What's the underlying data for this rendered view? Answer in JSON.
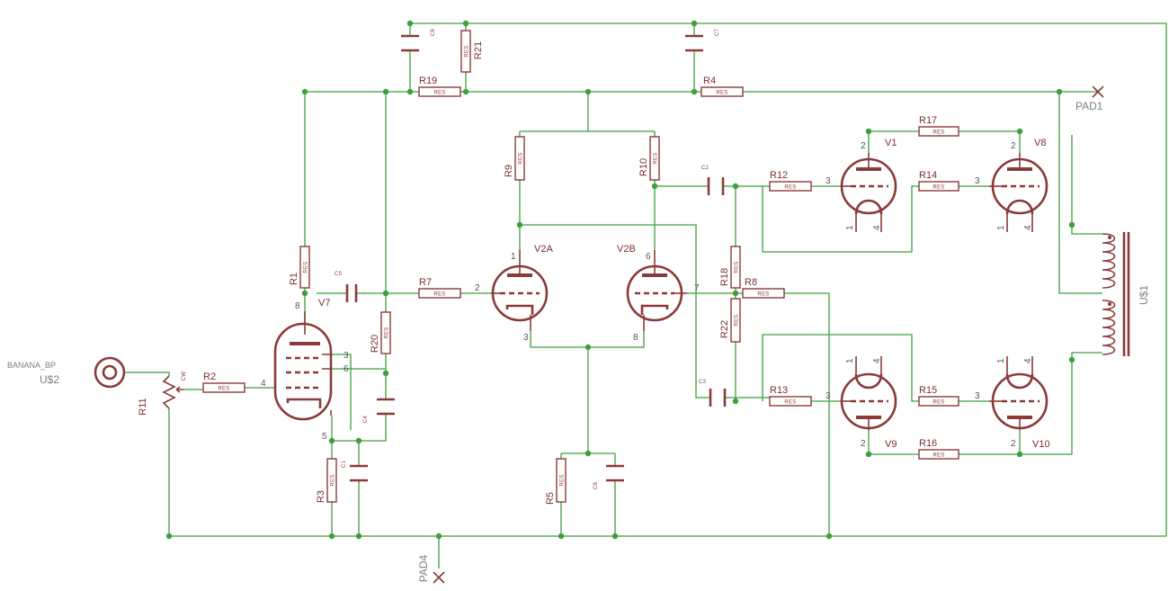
{
  "resistor_value": "RES",
  "labels": {
    "C6": "C6",
    "R21": "R21",
    "C7": "C7",
    "R19": "R19",
    "R4": "R4",
    "PAD1": "PAD1",
    "R9": "R9",
    "R10": "R10",
    "C2": "C2",
    "R12": "R12",
    "V1": "V1",
    "R17": "R17",
    "V8": "V8",
    "R14": "R14",
    "V2A": "V2A",
    "V2B": "V2B",
    "R1": "R1",
    "C5": "C5",
    "R7": "R7",
    "V7": "V7",
    "R18": "R18",
    "R8": "R8",
    "US1": "U$1",
    "R22": "R22",
    "R20": "R20",
    "BANANA_BP": "BANANA_BP",
    "US2": "U$2",
    "R2": "R2",
    "R11": "R11",
    "CW": "CW",
    "C4": "C4",
    "C3": "C3",
    "R13": "R13",
    "R15": "R15",
    "V9": "V9",
    "V10": "V10",
    "R16": "R16",
    "R3": "R3",
    "C1": "C1",
    "R5": "R5",
    "C8": "C8",
    "PAD4": "PAD4"
  },
  "pins": {
    "v1_top": "2",
    "v1_grid": "3",
    "v1_b1": "1",
    "v1_b2": "4",
    "v8_top": "2",
    "v8_grid": "3",
    "v8_b1": "1",
    "v8_b2": "4",
    "v9_bot": "2",
    "v9_grid": "3",
    "v9_t1": "1",
    "v9_t2": "4",
    "v10_bot": "2",
    "v10_grid": "3",
    "v10_t1": "1",
    "v10_t2": "4",
    "v2a_top": "1",
    "v2a_grid": "2",
    "v2a_bot": "3",
    "v2b_top": "6",
    "v2b_grid": "7",
    "v2b_bot": "8",
    "v7_top": "8",
    "v7_g3": "3",
    "v7_g6": "6",
    "v7_g4": "4",
    "v7_bot": "5"
  }
}
